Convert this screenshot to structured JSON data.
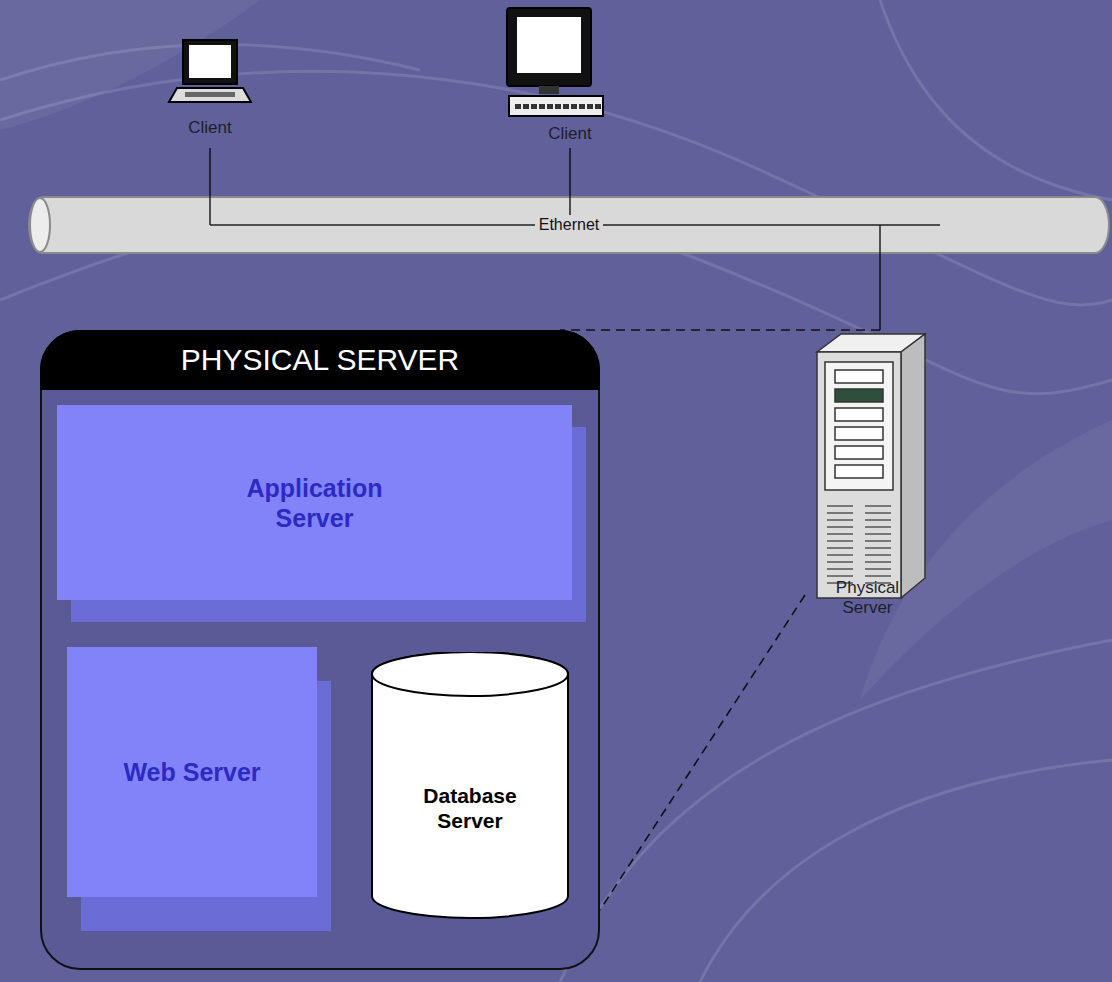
{
  "diagram": {
    "nodes": [
      {
        "text": [
          "Client"
        ]
      },
      {
        "text": [
          "Client"
        ]
      },
      {
        "text": [
          "Ethernet"
        ]
      },
      {
        "text": [
          "PHYSICAL SERVER"
        ]
      },
      {
        "text": [
          "Application Server"
        ],
        "in": 3
      },
      {
        "text": [
          "Web Server"
        ],
        "in": 3
      },
      {
        "text": [
          "Database Server"
        ],
        "in": 3
      },
      {
        "text": [
          "Physical Server"
        ]
      }
    ],
    "edges": [
      {
        "from": 0,
        "to": 2,
        "arrow": "none"
      },
      {
        "from": 1,
        "to": 2,
        "arrow": "none"
      },
      {
        "from": 2,
        "to": 7,
        "arrow": "none"
      },
      {
        "from": 7,
        "to": 3,
        "arrow": "none"
      },
      {
        "from": 7,
        "to": 3,
        "arrow": "none"
      }
    ]
  }
}
